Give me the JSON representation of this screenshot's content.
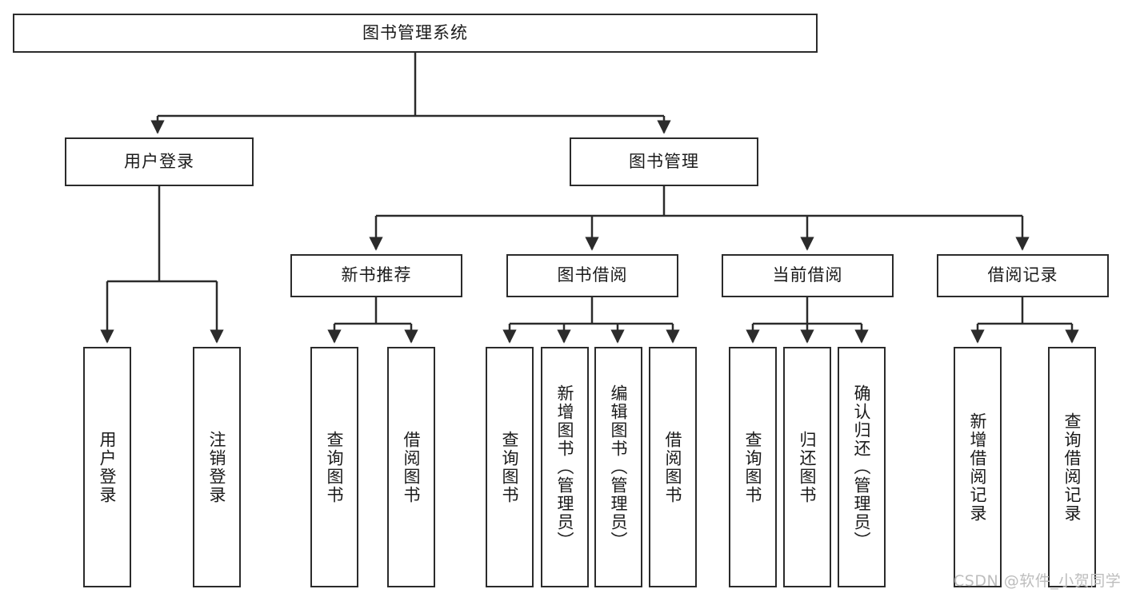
{
  "diagram": {
    "title_text": "图书管理系统",
    "type": "tree-hierarchy-diagram",
    "watermark": "CSDN @软件_小贺同学",
    "colors": {
      "stroke": "#2b2b2b",
      "fill": "#ffffff",
      "text": "#1a1a1a",
      "watermark": "#bdbdbd"
    },
    "root": {
      "label": "图书管理系统"
    },
    "level2": [
      {
        "label": "用户登录"
      },
      {
        "label": "图书管理"
      }
    ],
    "level3": [
      {
        "label": "新书推荐"
      },
      {
        "label": "图书借阅"
      },
      {
        "label": "当前借阅"
      },
      {
        "label": "借阅记录"
      }
    ],
    "leaves": {
      "user_login": [
        {
          "label": "用户登录"
        },
        {
          "label": "注销登录"
        }
      ],
      "new_book_recommend": [
        {
          "label": "查询图书"
        },
        {
          "label": "借阅图书"
        }
      ],
      "book_borrow": [
        {
          "label": "查询图书"
        },
        {
          "label": "新增图书（管理员）"
        },
        {
          "label": "编辑图书（管理员）"
        },
        {
          "label": "借阅图书"
        }
      ],
      "current_borrow": [
        {
          "label": "查询图书"
        },
        {
          "label": "归还图书"
        },
        {
          "label": "确认归还（管理员）"
        }
      ],
      "borrow_record": [
        {
          "label": "新增借阅记录"
        },
        {
          "label": "查询借阅记录"
        }
      ]
    }
  }
}
